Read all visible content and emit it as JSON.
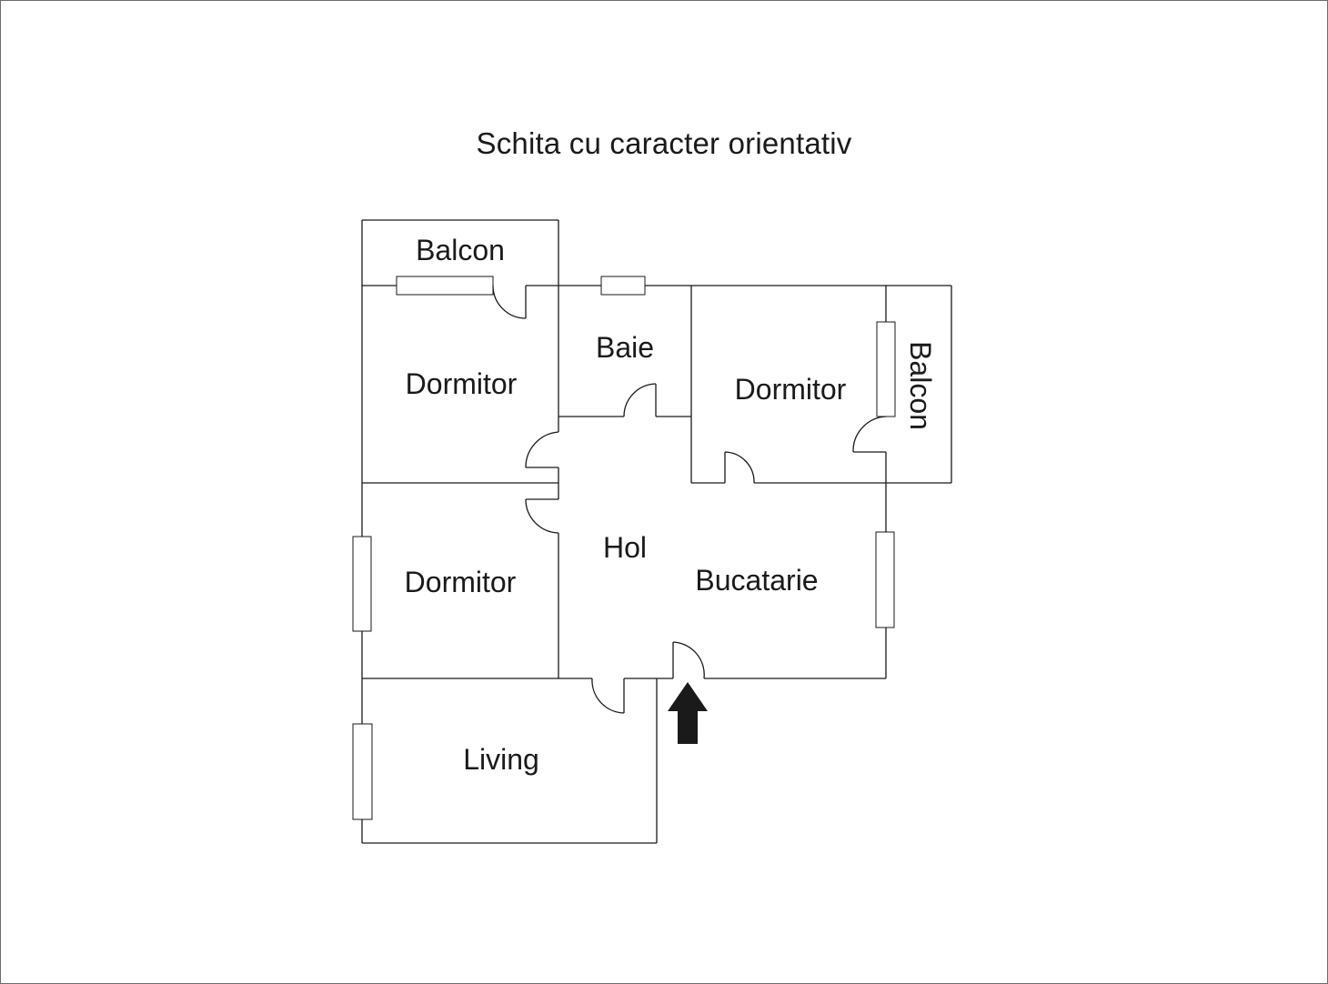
{
  "title": "Schita cu caracter orientativ",
  "rooms": {
    "balcon_top": "Balcon",
    "dormitor_top_left": "Dormitor",
    "baie": "Baie",
    "dormitor_right": "Dormitor",
    "balcon_right": "Balcon",
    "hol": "Hol",
    "dormitor_mid_left": "Dormitor",
    "bucatarie": "Bucatarie",
    "living": "Living"
  },
  "icons": {
    "entrance": "entrance-arrow-icon"
  }
}
